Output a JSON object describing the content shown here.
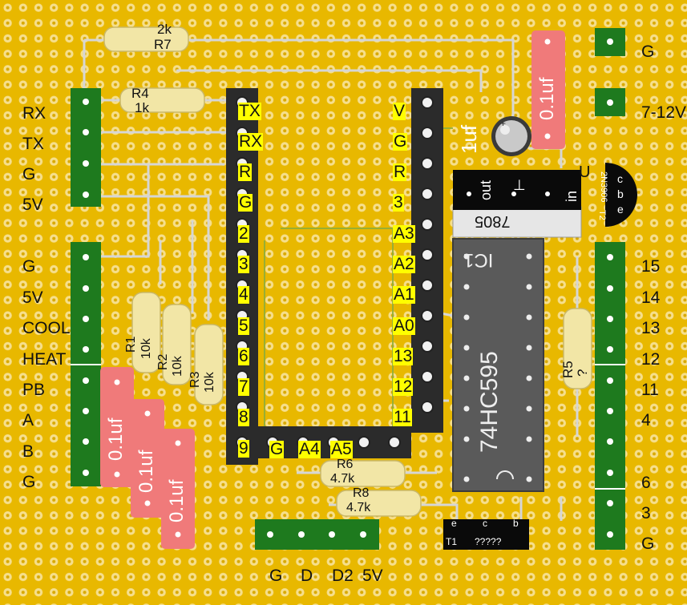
{
  "colors": {
    "board": "#e8b800",
    "hole": "#f3d67a",
    "header": "#1e7a1e",
    "wire": "#d9d9d9",
    "resistor": "#f2e6a6",
    "capacitor": "#f07a7a",
    "chip": "#555555",
    "pin_label_bg": "#ffff00"
  },
  "left_labels": [
    "RX",
    "TX",
    "G",
    "5V",
    "G",
    "5V",
    "COOL",
    "HEAT",
    "PB",
    "A",
    "B",
    "G"
  ],
  "right_labels": [
    "G",
    "7-12V",
    "15",
    "14",
    "13",
    "12",
    "11",
    "4",
    "6",
    "3",
    "G"
  ],
  "bottom_labels": [
    "G",
    "D",
    "D2",
    "5V"
  ],
  "arduino_left_pins": [
    "TX",
    "RX",
    "R",
    "G",
    "2",
    "3",
    "4",
    "5",
    "6",
    "7",
    "8",
    "9"
  ],
  "arduino_right_pins": [
    "V",
    "G",
    "R",
    "3",
    "A3",
    "A2",
    "A1",
    "A0",
    "13",
    "12",
    "11"
  ],
  "arduino_bottom_pins": [
    "G",
    "A4",
    "A5"
  ],
  "resistors": {
    "r7": {
      "name": "R7",
      "value": "2k"
    },
    "r4": {
      "name": "R4",
      "value": "1k"
    },
    "r1": {
      "name": "R1",
      "value": "10k"
    },
    "r2": {
      "name": "R2",
      "value": "10k"
    },
    "r3": {
      "name": "R3",
      "value": "10k"
    },
    "r5": {
      "name": "R5",
      "value": "?"
    },
    "r6": {
      "name": "R6",
      "value": "4.7k"
    },
    "r8": {
      "name": "R8",
      "value": "4.7k"
    }
  },
  "capacitors": {
    "top_cap": "0.1uf",
    "electrolytic": "1uf",
    "cap_a": "0.1uf",
    "cap_b": "0.1uf",
    "cap_c": "0.1uf"
  },
  "regulator": {
    "part": "7805",
    "out": "out",
    "gnd": "⊥",
    "in": "in",
    "ref": "U"
  },
  "ic1": {
    "ref": "IC1",
    "part": "74HC595"
  },
  "transistor_top": {
    "part": "2N3906",
    "ref": "T2",
    "pins": [
      "c",
      "b",
      "e"
    ]
  },
  "transistor_bottom": {
    "ref": "T1",
    "part": "?????",
    "pins": [
      "e",
      "c",
      "b"
    ]
  }
}
